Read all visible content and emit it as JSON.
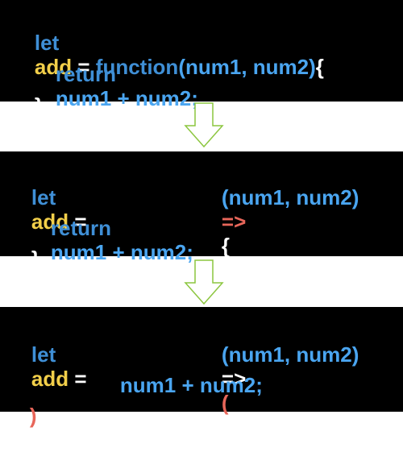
{
  "panel1": {
    "line1": {
      "kw": "let",
      "var": "add",
      "eq": " = ",
      "fn": "function",
      "params": "(num1, num2)",
      "brace": "{"
    },
    "line2": {
      "kw": "return",
      "expr": "num1 + num2;"
    },
    "line3": {
      "close": "}"
    }
  },
  "panel2": {
    "line1": {
      "kw": "let",
      "var": "add",
      "eq": " = ",
      "params": "(num1, num2)",
      "arrow": "=>",
      "brace": "{"
    },
    "line2": {
      "kw": "return",
      "expr": "num1 + num2;"
    },
    "line3": {
      "close": "}"
    }
  },
  "panel3": {
    "line1": {
      "kw": "let",
      "var": "add",
      "eq": " = ",
      "params": "(num1, num2)",
      "arrow": "=>",
      "paren": "("
    },
    "line2": {
      "expr": "num1 + num2;"
    },
    "line3": {
      "close": ")"
    }
  },
  "colors": {
    "keyword": "#3f8fd6",
    "variable": "#f2cf4a",
    "identifier": "#4aa5f0",
    "arrow": "#e8665a",
    "background": "#000000",
    "transform_arrow": "#8cc63f"
  },
  "icons": [
    "down-arrow-icon"
  ]
}
